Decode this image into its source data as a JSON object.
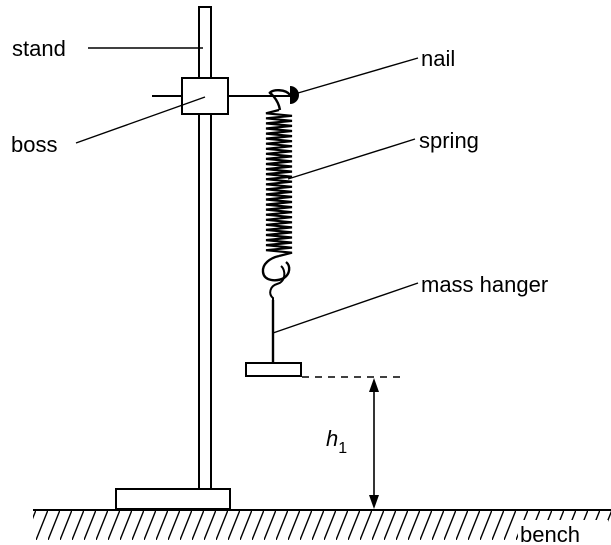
{
  "labels": {
    "stand": "stand",
    "nail": "nail",
    "boss": "boss",
    "spring": "spring",
    "mass_hanger": "mass hanger",
    "height_symbol": "h",
    "height_subscript": "1",
    "bench": "bench"
  }
}
